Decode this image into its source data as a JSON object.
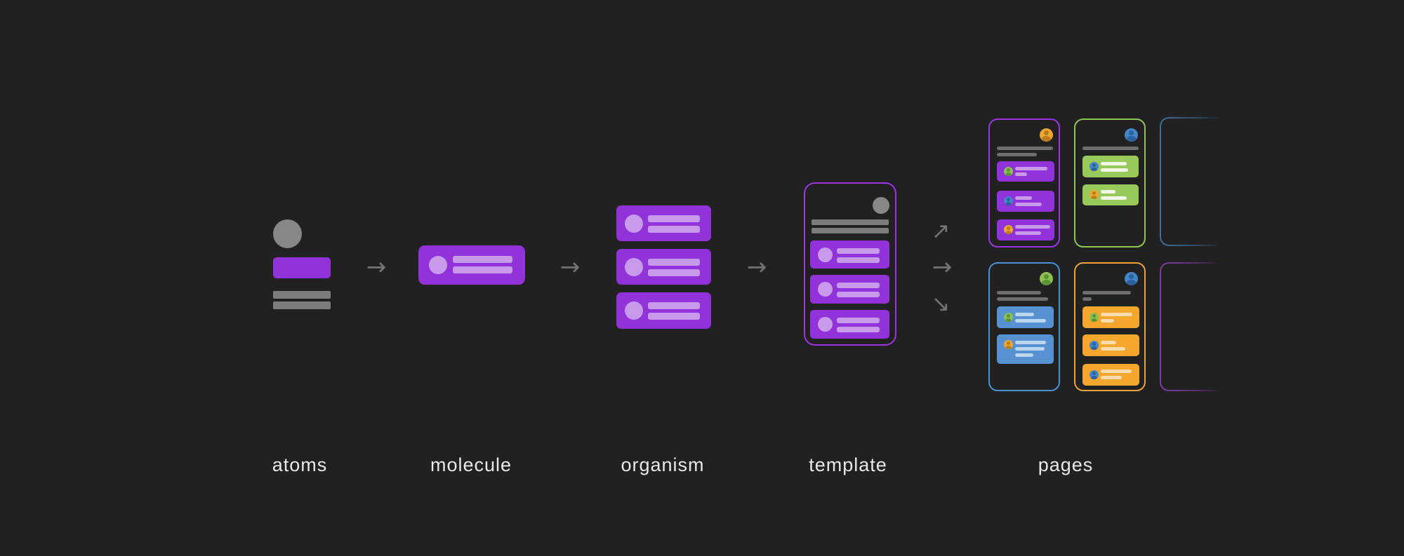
{
  "diagram": "atomic-design-process",
  "stages": [
    {
      "id": "atoms",
      "label": "atoms"
    },
    {
      "id": "molecule",
      "label": "molecule"
    },
    {
      "id": "organism",
      "label": "organism"
    },
    {
      "id": "template",
      "label": "template"
    },
    {
      "id": "pages",
      "label": "pages"
    }
  ],
  "icons": {
    "arrow_right": "→",
    "arrow_up_right": "↗",
    "arrow_down_right": "↘",
    "avatar": "person-in-circle"
  },
  "pages_grid": {
    "rows": 2,
    "cols": 3,
    "cards": [
      {
        "row": 1,
        "col": 1,
        "border": "purple",
        "header_avatar": "orange",
        "items": [
          {
            "fill": "purple",
            "avatar": "green"
          },
          {
            "fill": "purple",
            "avatar": "blue"
          },
          {
            "fill": "purple",
            "avatar": "orange"
          }
        ],
        "faded": false
      },
      {
        "row": 1,
        "col": 2,
        "border": "green",
        "header_avatar": "blue",
        "items": [
          {
            "fill": "green",
            "avatar": "blue"
          },
          {
            "fill": "green",
            "avatar": "orange"
          }
        ],
        "faded": false
      },
      {
        "row": 1,
        "col": 3,
        "border": "dim-blue",
        "header_avatar": null,
        "items": [],
        "faded": true
      },
      {
        "row": 2,
        "col": 1,
        "border": "blue",
        "header_avatar": "green",
        "items": [
          {
            "fill": "blue",
            "avatar": "green"
          },
          {
            "fill": "blue",
            "avatar": "orange"
          }
        ],
        "faded": false
      },
      {
        "row": 2,
        "col": 2,
        "border": "orange",
        "header_avatar": "blue",
        "items": [
          {
            "fill": "orange",
            "avatar": "green"
          },
          {
            "fill": "orange",
            "avatar": "blue"
          },
          {
            "fill": "orange",
            "avatar": "blue"
          }
        ],
        "faded": false
      },
      {
        "row": 2,
        "col": 3,
        "border": "dim-purple",
        "header_avatar": null,
        "items": [],
        "faded": true
      }
    ]
  },
  "colors": {
    "bg": "#212121",
    "gray-shape": "#878787",
    "gray-bar": "#7d7d7d",
    "gray-bar-dark": "#6e6e6e",
    "purple": "#9232db",
    "purple-light": "#c79aec",
    "purple-border": "#9c34e6",
    "purple-border-dim": "#7e3da6",
    "green-item": "#97ca5b",
    "green-border": "#8fc653",
    "blue-item": "#5691d1",
    "blue-border": "#4a8fd4",
    "blue-border-dim": "#3e6e9e",
    "orange-item": "#f4a62d",
    "orange-border": "#f0a232",
    "avatar-orange": "#eda62e",
    "avatar-orange-fg": "#bb7c1e",
    "avatar-green": "#8cc152",
    "avatar-green-fg": "#5f9139",
    "avatar-blue": "#4186ca",
    "avatar-blue-fg": "#2e619b",
    "item-bar-purple": "#c79aec",
    "item-bar-green": "rgba(255,255,255,0.85)",
    "item-bar-blue": "rgba(255,255,255,0.62)",
    "item-bar-orange": "rgba(255,255,255,0.6)",
    "arrow": "#737373",
    "label": "#eae8e6"
  }
}
